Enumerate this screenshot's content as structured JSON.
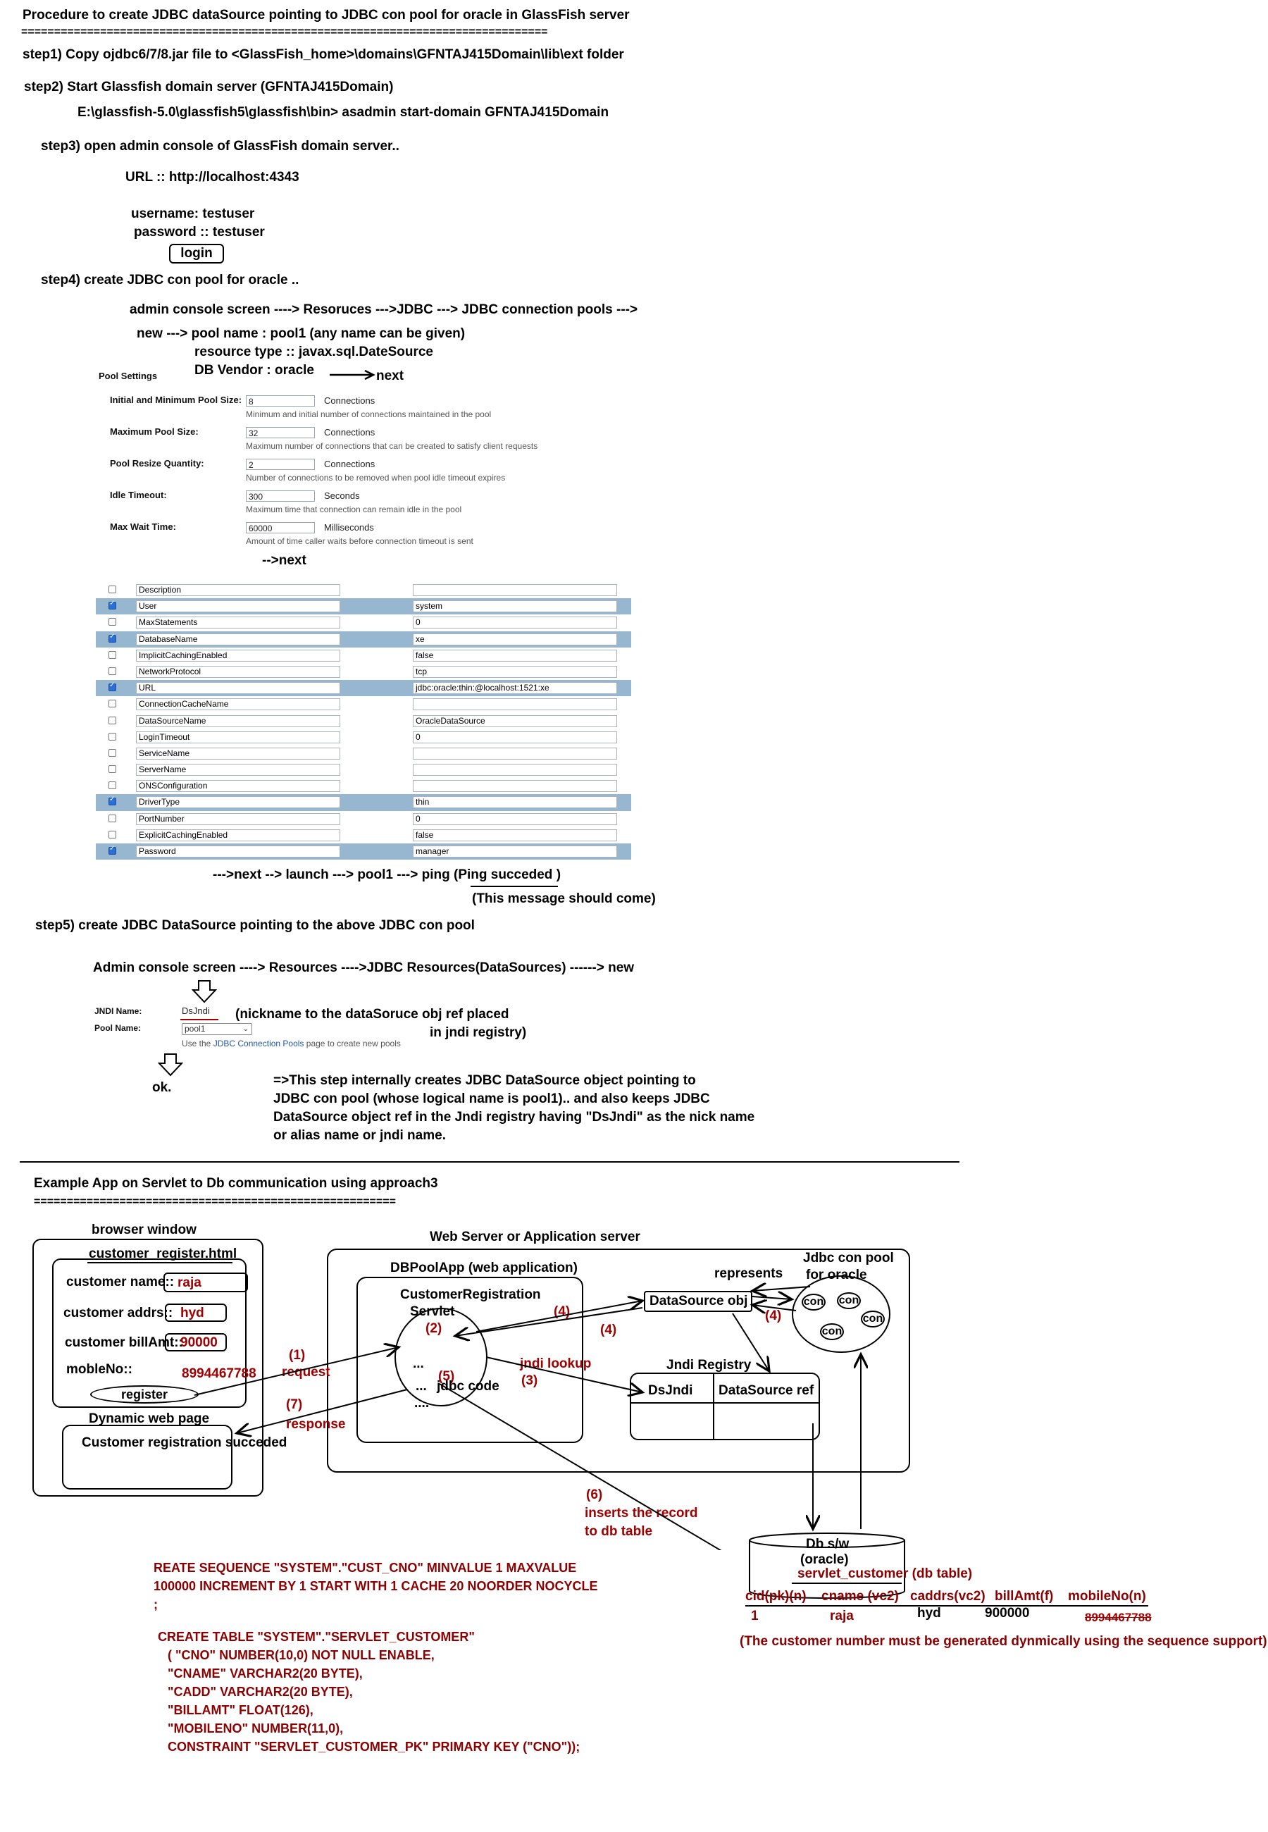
{
  "title": "Procedure  to create   JDBC dataSource pointing to JDBC con pool for oracle  in GlassFish server",
  "rule": "================================================================================",
  "step1": "step1)  Copy  ojdbc6/7/8.jar file to  <GlassFish_home>\\domains\\GFNTAJ415Domain\\lib\\ext folder",
  "step2": "step2)  Start  Glassfish domain server (GFNTAJ415Domain)",
  "step2_cmd": "E:\\glassfish-5.0\\glassfish5\\glassfish\\bin> asadmin     start-domain    GFNTAJ415Domain",
  "step3": "step3)  open  admin console of GlassFish domain server..",
  "step3_url": "URL :: http://localhost:4343",
  "login": {
    "username": "username: testuser",
    "password": "password ::  testuser",
    "button": "login"
  },
  "step4": "step4)    create  JDBC con pool for oracle ..",
  "step4_path": "admin console screen ----> Resoruces --->JDBC ---> JDBC connection pools --->",
  "step4_new": "new   --->  pool name : pool1    (any name can be given)",
  "step4_type": "resource type ::  javax.sql.DateSource",
  "step4_vendor": "DB Vendor :  oracle",
  "step4_next": "next",
  "pool_settings": {
    "heading": "Pool Settings",
    "rows": [
      {
        "label": "Initial and Minimum Pool Size:",
        "value": "8",
        "unit": "Connections",
        "hint": "Minimum and initial number of connections maintained in the pool"
      },
      {
        "label": "Maximum Pool Size:",
        "value": "32",
        "unit": "Connections",
        "hint": "Maximum number of connections that can be created to satisfy client requests"
      },
      {
        "label": "Pool Resize Quantity:",
        "value": "2",
        "unit": "Connections",
        "hint": "Number of connections to be removed when pool idle timeout expires"
      },
      {
        "label": "Idle Timeout:",
        "value": "300",
        "unit": "Seconds",
        "hint": "Maximum time that connection can remain idle in the pool"
      },
      {
        "label": "Max Wait Time:",
        "value": "60000",
        "unit": "Milliseconds",
        "hint": "Amount of time caller waits before connection timeout is sent"
      }
    ],
    "next": "-->next"
  },
  "properties": [
    {
      "name": "Description",
      "value": "",
      "checked": false
    },
    {
      "name": "User",
      "value": "system",
      "checked": true
    },
    {
      "name": "MaxStatements",
      "value": "0",
      "checked": false
    },
    {
      "name": "DatabaseName",
      "value": "xe",
      "checked": true
    },
    {
      "name": "ImplicitCachingEnabled",
      "value": "false",
      "checked": false
    },
    {
      "name": "NetworkProtocol",
      "value": "tcp",
      "checked": false
    },
    {
      "name": "URL",
      "value": "jdbc:oracle:thin:@localhost:1521:xe",
      "checked": true
    },
    {
      "name": "ConnectionCacheName",
      "value": "",
      "checked": false
    },
    {
      "name": "DataSourceName",
      "value": "OracleDataSource",
      "checked": false
    },
    {
      "name": "LoginTimeout",
      "value": "0",
      "checked": false
    },
    {
      "name": "ServiceName",
      "value": "",
      "checked": false
    },
    {
      "name": "ServerName",
      "value": "",
      "checked": false
    },
    {
      "name": "ONSConfiguration",
      "value": "",
      "checked": false
    },
    {
      "name": "DriverType",
      "value": "thin",
      "checked": true
    },
    {
      "name": "PortNumber",
      "value": "0",
      "checked": false
    },
    {
      "name": "ExplicitCachingEnabled",
      "value": "false",
      "checked": false
    },
    {
      "name": "Password",
      "value": "manager",
      "checked": true
    }
  ],
  "ping": {
    "line": "--->next      -->  launch ---> pool1 ---> ping  (Ping succeded  )",
    "note": "(This message should come)"
  },
  "step5": "step5)    create  JDBC DataSource pointing to the above  JDBC con pool",
  "step5_path": "Admin console screen ---->  Resources ---->JDBC Resources(DataSources) ------> new",
  "jndi_form": {
    "jndi_label": "JNDI Name:",
    "jndi_value": "DsJndi",
    "pool_label": "Pool Name:",
    "pool_value": "pool1",
    "hint_pre": "Use the ",
    "hint_link": "JDBC Connection Pools",
    "hint_post": " page to create new pools",
    "note1": "(nickname to the dataSoruce obj ref placed",
    "note2": "in jndi registry)"
  },
  "ok": "ok.",
  "explain": [
    "=>This step internally creates  JDBC DataSource object  pointing to",
    "JDBC con pool (whose logical name is pool1)..  and also keeps  JDBC",
    "DataSource object ref in the Jndi registry having \"DsJndi\" as the nick name",
    "or alias name or jndi name."
  ],
  "example_title": "Example App  on Servlet to Db communication using approach3",
  "example_rule": "=======================================================",
  "diagram": {
    "browser_window": "browser window",
    "register_html": "customer_register.html",
    "cust_name": "customer name::",
    "cust_name_val": "raja",
    "cust_addrs": "customer addrs::",
    "cust_addrs_val": "hyd",
    "cust_bill": "customer billAmt::",
    "cust_bill_val": "90000",
    "mobile": "mobleNo::",
    "mobile_val": "8994467788",
    "register_btn": "register",
    "dynamic_page": "Dynamic web page",
    "reg_success": "Customer registration succeded",
    "web_server": "Web Server or Application server",
    "dbpool_app": "DBPoolApp (web application)",
    "servlet_title1": "CustomerRegistration",
    "servlet_title2": "Servlet",
    "s2": "(2)",
    "dots1": "...",
    "dots2": "...",
    "dots3": "....",
    "s5": "(5)",
    "jdbc_code": "jdbc code",
    "jndi_lookup": "jndi lookup",
    "s3": "(3)",
    "s4a": "(4)",
    "s4b": "(4)",
    "s4c": "(4)",
    "ds_obj": "DataSource obj",
    "represents": "represents",
    "jdbc_pool1": "Jdbc con pool",
    "jdbc_pool2": "for oracle",
    "con": "con",
    "jndi_registry": "Jndi Registry",
    "ds_jndi": "DsJndi",
    "ds_ref": "DataSource ref",
    "s1": "(1)",
    "request": "request",
    "s7": "(7)",
    "response": "response",
    "s6": "(6)",
    "inserts1": "inserts the record",
    "inserts2": "to db table",
    "db_sw": "Db s/w",
    "oracle": "(oracle)",
    "servlet_customer": "servlet_customer (db table)",
    "columns": [
      "cid(pk)(n)",
      "cname (vc2)",
      "caddrs(vc2)",
      "billAmt(f)",
      "mobileNo(n)"
    ],
    "row": [
      "1",
      "raja",
      "hyd",
      "900000",
      "8994467788"
    ],
    "seq_note": "(The customer number must be generated dynmically using the sequence support)"
  },
  "sql_seq": [
    "REATE SEQUENCE  \"SYSTEM\".\"CUST_CNO\"  MINVALUE 1 MAXVALUE",
    "100000 INCREMENT BY 1 START WITH 1 CACHE 20 NOORDER  NOCYCLE",
    ";"
  ],
  "sql_table": [
    "CREATE TABLE \"SYSTEM\".\"SERVLET_CUSTOMER\"",
    "(     \"CNO\" NUMBER(10,0) NOT NULL ENABLE,",
    "       \"CNAME\" VARCHAR2(20 BYTE),",
    "       \"CADD\" VARCHAR2(20 BYTE),",
    "       \"BILLAMT\" FLOAT(126),",
    "       \"MOBILENO\" NUMBER(11,0),",
    "        CONSTRAINT \"SERVLET_CUSTOMER_PK\" PRIMARY KEY (\"CNO\"));"
  ]
}
